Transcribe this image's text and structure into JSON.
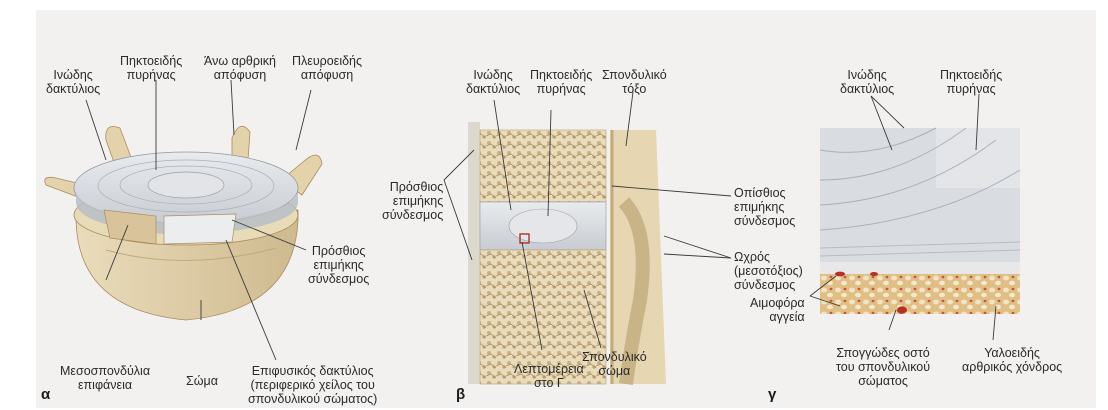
{
  "panels": [
    {
      "letter": "α",
      "labels": {
        "annulus": "Ινώδης\nδακτύλιος",
        "nucleus": "Πηκτοειδής\nπυρήνας",
        "superior_articular": "Άνω αρθρική\nαπόφυση",
        "costal_process": "Πλευροειδής\nαπόφυση",
        "anterior_ligament": "Πρόσθιος\nεπιμήκης\nσύνδεσμος",
        "intervertebral_surface": "Μεσοσπονδύλια\nεπιφάνεια",
        "body": "Σώμα",
        "epiphyseal_ring": "Επιφυσικός δακτύλιος\n(περιφερικό χείλος του\nσπονδυλικού σώματος)"
      }
    },
    {
      "letter": "β",
      "labels": {
        "annulus": "Ινώδης\nδακτύλιος",
        "nucleus": "Πηκτοειδής\nπυρήνας",
        "vertebral_arch": "Σπονδυλικό\nτόξο",
        "anterior_ligament": "Πρόσθιος\nεπιμήκης\nσύνδεσμος",
        "posterior_ligament": "Οπίσθιος\nεπιμήκης\nσύνδεσμος",
        "ligamentum_flavum": "Ωχρός\n(μεσοτόξιος)\nσύνδεσμος",
        "detail": "Λεπτομέρεια\nστο Γ",
        "vertebral_body": "Σπονδυλικό\nσώμα"
      }
    },
    {
      "letter": "γ",
      "labels": {
        "annulus": "Ινώδης\nδακτύλιος",
        "nucleus": "Πηκτοειδής\nπυρήνας",
        "blood_vessels": "Αιμοφόρα\nαγγεία",
        "spongy_bone": "Σπογγώδες οστό\nτου σπονδυλικού\nσώματος",
        "hyaline_cartilage": "Υαλοειδής\nαρθρικός χόνδρος"
      }
    }
  ],
  "colors": {
    "page": "#f2f1f0",
    "bone": "#e6d6b2",
    "bone_dark": "#b49a6c",
    "disc": "#d4d7dc",
    "fiber": "#9ea6b0",
    "vessel": "#b3302b",
    "text": "#2a2a2a"
  }
}
